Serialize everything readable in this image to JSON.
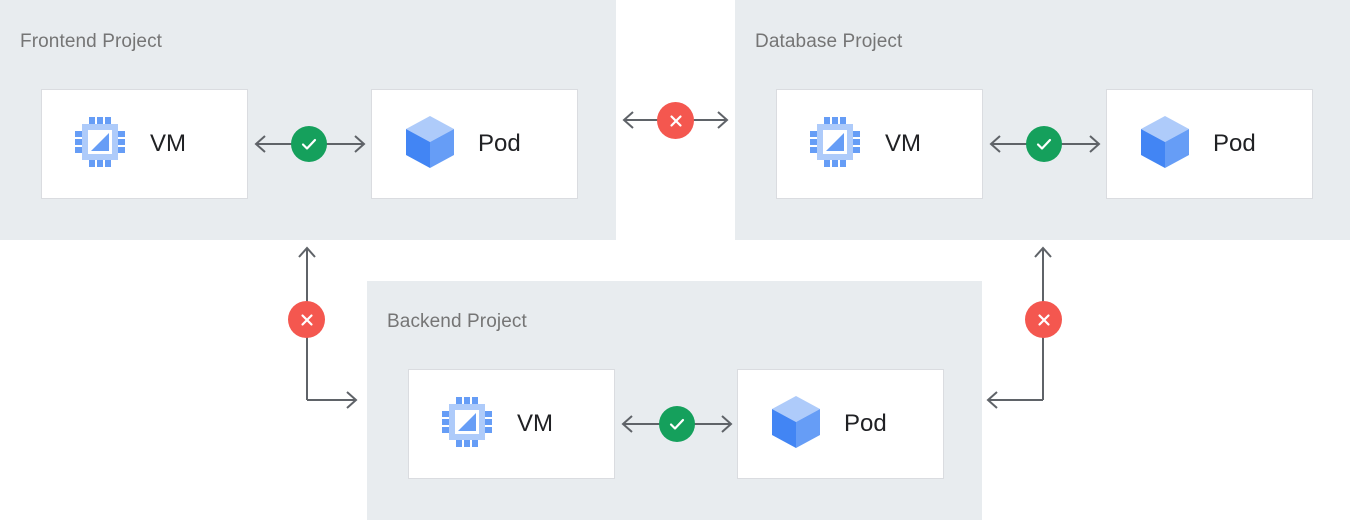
{
  "diagram": {
    "title_color": "#757575",
    "panel_bg": "#e8ecef",
    "card_bg": "#ffffff",
    "card_border": "#dadce0",
    "label_color": "#202124",
    "arrow_color": "#5f6368",
    "status_ok_color": "#15a05c",
    "status_blocked_color": "#f4574f",
    "vm_icon_color": "#669df6",
    "vm_icon_color_light": "#aecbfa",
    "pod_icon_top": "#aecbfa",
    "pod_icon_left": "#4285f4",
    "pod_icon_right": "#669df6"
  },
  "projects": [
    {
      "id": "frontend",
      "title": "Frontend Project",
      "nodes": [
        {
          "id": "frontend-vm",
          "label": "VM",
          "icon": "vm-cpu-icon"
        },
        {
          "id": "frontend-pod",
          "label": "Pod",
          "icon": "pod-cube-icon"
        }
      ],
      "internal_link": {
        "status": "allowed",
        "icon": "check-circle-icon"
      }
    },
    {
      "id": "database",
      "title": "Database Project",
      "nodes": [
        {
          "id": "database-vm",
          "label": "VM",
          "icon": "vm-cpu-icon"
        },
        {
          "id": "database-pod",
          "label": "Pod",
          "icon": "pod-cube-icon"
        }
      ],
      "internal_link": {
        "status": "allowed",
        "icon": "check-circle-icon"
      }
    },
    {
      "id": "backend",
      "title": "Backend Project",
      "nodes": [
        {
          "id": "backend-vm",
          "label": "VM",
          "icon": "vm-cpu-icon"
        },
        {
          "id": "backend-pod",
          "label": "Pod",
          "icon": "pod-cube-icon"
        }
      ],
      "internal_link": {
        "status": "allowed",
        "icon": "check-circle-icon"
      }
    }
  ],
  "cross_project_links": [
    {
      "id": "frontend-database",
      "from": "frontend",
      "to": "database",
      "status": "blocked",
      "icon": "x-circle-icon",
      "direction": "bidirectional"
    },
    {
      "id": "frontend-backend",
      "from": "backend",
      "to": "frontend",
      "status": "blocked",
      "icon": "x-circle-icon",
      "direction": "bidirectional"
    },
    {
      "id": "database-backend",
      "from": "backend",
      "to": "database",
      "status": "blocked",
      "icon": "x-circle-icon",
      "direction": "bidirectional"
    }
  ]
}
